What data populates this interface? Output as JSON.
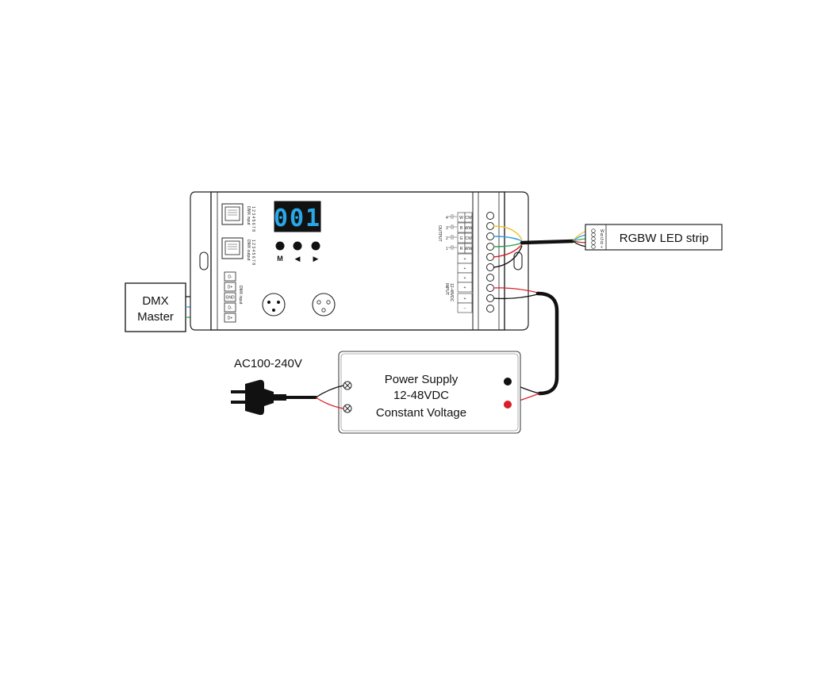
{
  "diagram": {
    "display_digits": "001",
    "buttons": [
      "M",
      "◀",
      "▶"
    ],
    "dmx_master_lines": [
      "DMX",
      "Master"
    ],
    "led_strip_label": "RGBW LED strip",
    "power_supply_lines": [
      "Power Supply",
      "12-48VDC",
      "Constant Voltage"
    ],
    "ac_label": "AC100-240V",
    "dmx_input_terminals": [
      "D-",
      "D+",
      "GND",
      "D-",
      "D+"
    ],
    "dmx_input_title": "DMX input",
    "rj45_top_title": "DMX input",
    "rj45_bottom_title": "DMX output",
    "output_title": "OUTPUT",
    "output_rows": [
      {
        "num": "4",
        "c1": "W",
        "c2": "CW"
      },
      {
        "num": "3",
        "c1": "B",
        "c2": "WW"
      },
      {
        "num": "2",
        "c1": "G",
        "c2": "CW"
      },
      {
        "num": "1",
        "c1": "R",
        "c2": "WW"
      }
    ],
    "output_plus_terminals": [
      "+",
      "+",
      "+",
      "+"
    ],
    "input_title": "INPUT",
    "input_voltage": "12-48VDC",
    "input_terminals": [
      "+",
      "−"
    ],
    "strip_pins": [
      "W",
      "B",
      "G",
      "R",
      "+"
    ],
    "wire_colors": {
      "yellow": "#f2c12e",
      "blue": "#2e9be0",
      "green": "#2aa84a",
      "red": "#d8202a",
      "black": "#111111"
    }
  }
}
